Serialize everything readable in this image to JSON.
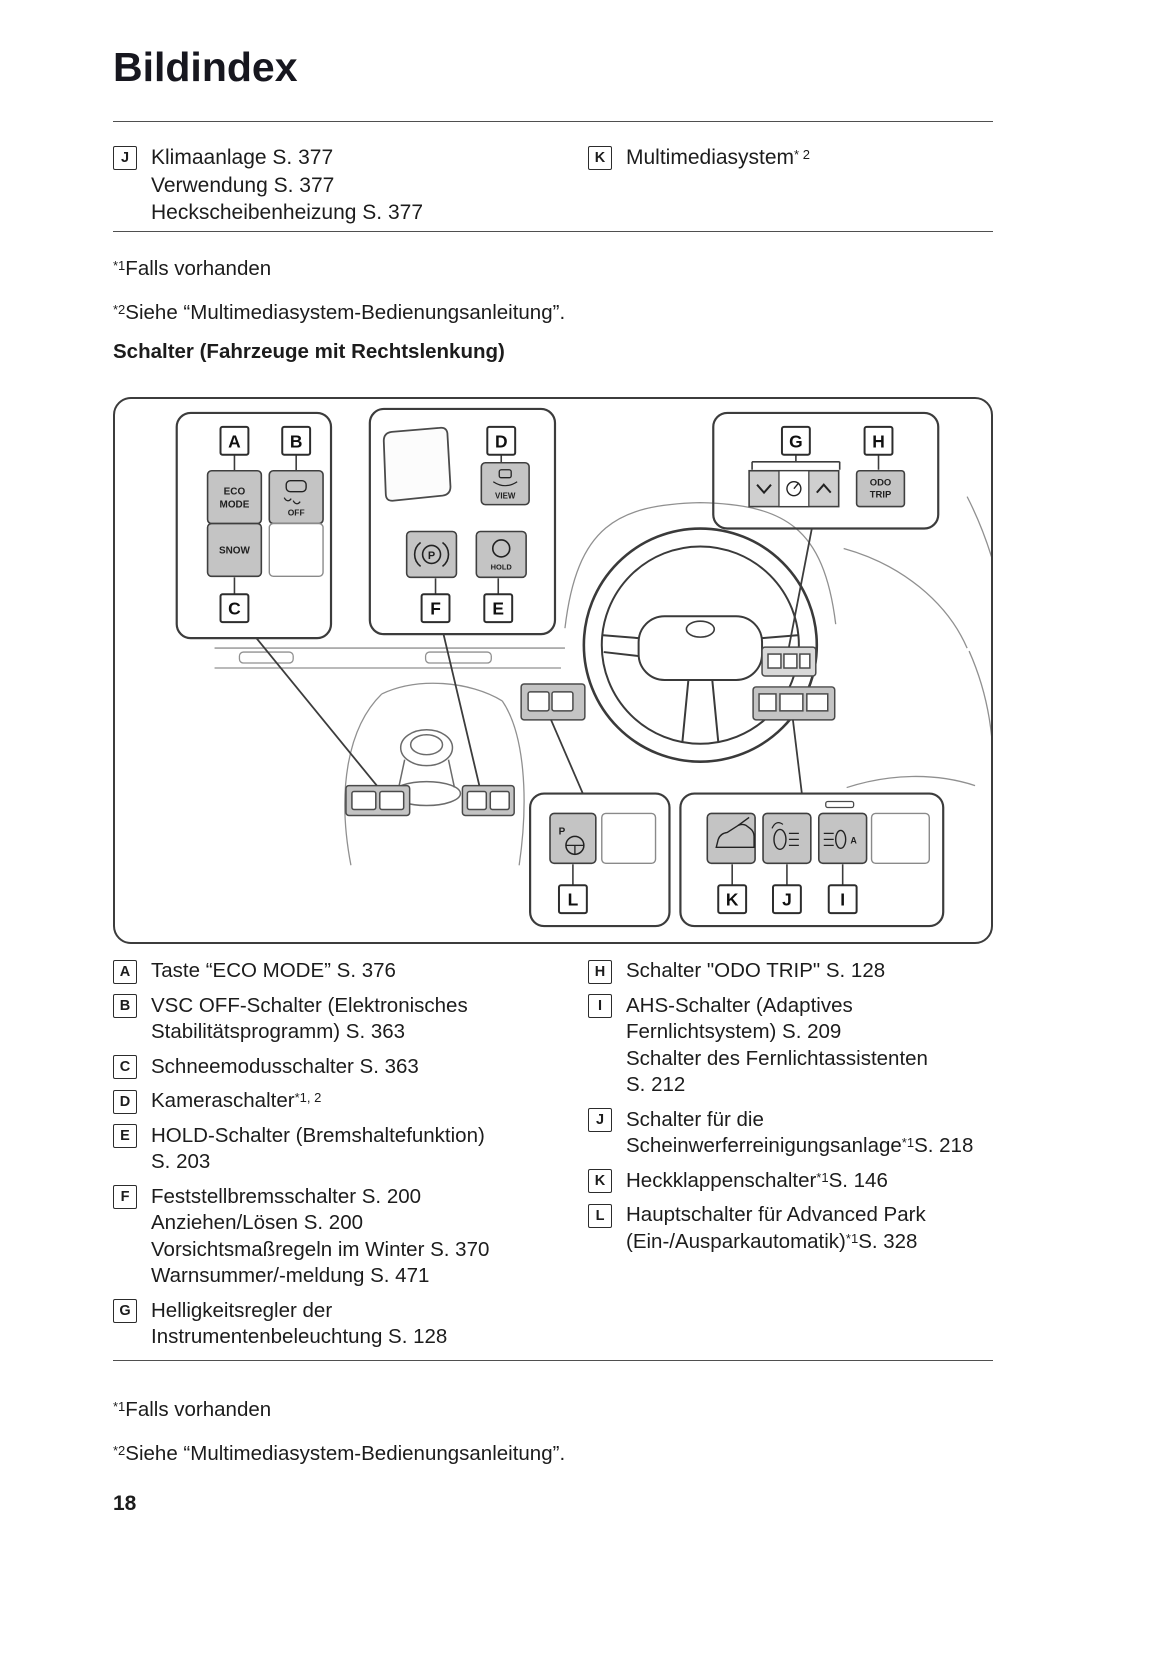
{
  "page": {
    "title": "Bildindex",
    "number": "18"
  },
  "top_section": {
    "left": {
      "key": "J",
      "lines": [
        "Klimaanlage S. 377",
        "Verwendung S. 377",
        "Heckscheibenheizung S. 377"
      ]
    },
    "right": {
      "key": "K",
      "text": "Multimediasystem",
      "sup": "* 2"
    }
  },
  "footnotes": [
    {
      "sup": "*1",
      "text": "Falls vorhanden"
    },
    {
      "sup": "*2",
      "text": "Siehe “Multimediasystem-Bedienungsanleitung”."
    }
  ],
  "section_heading": "Schalter (Fahrzeuge mit Rechtslenkung)",
  "diagram": {
    "callouts": {
      "a": "A",
      "b": "B",
      "c": "C",
      "d": "D",
      "e": "E",
      "f": "F",
      "g": "G",
      "h": "H",
      "i": "I",
      "j": "J",
      "k": "K",
      "l": "L"
    },
    "labels": {
      "eco": [
        "ECO",
        "MODE"
      ],
      "vsc_off": "OFF",
      "snow": "SNOW",
      "view": "VIEW",
      "park_brake": "P",
      "hold": "HOLD",
      "odo_trip": [
        "ODO",
        "TRIP"
      ],
      "advanced_park": "P",
      "ahs_a": "A"
    }
  },
  "legend": {
    "left": [
      {
        "key": "A",
        "lines": [
          [
            {
              "t": "Taste “ECO MODE” S. 376"
            }
          ]
        ]
      },
      {
        "key": "B",
        "lines": [
          [
            {
              "t": "VSC OFF-Schalter (Elektronisches"
            }
          ],
          [
            {
              "t": "Stabilitätsprogramm) S. 363"
            }
          ]
        ]
      },
      {
        "key": "C",
        "lines": [
          [
            {
              "t": "Schneemodusschalter S. 363"
            }
          ]
        ]
      },
      {
        "key": "D",
        "lines": [
          [
            {
              "t": "Kameraschalter"
            },
            {
              "t": "*1, 2",
              "sup": true
            }
          ]
        ]
      },
      {
        "key": "E",
        "lines": [
          [
            {
              "t": "HOLD-Schalter (Bremshaltefunktion)"
            }
          ],
          [
            {
              "t": "S. 203"
            }
          ]
        ]
      },
      {
        "key": "F",
        "lines": [
          [
            {
              "t": "Feststellbremsschalter S. 200"
            }
          ],
          [
            {
              "t": "Anziehen/Lösen S. 200"
            }
          ],
          [
            {
              "t": "Vorsichtsmaßregeln im Winter S. 370"
            }
          ],
          [
            {
              "t": "Warnsummer/-meldung S. 471"
            }
          ]
        ]
      },
      {
        "key": "G",
        "lines": [
          [
            {
              "t": "Helligkeitsregler der"
            }
          ],
          [
            {
              "t": "Instrumentenbeleuchtung S. 128"
            }
          ]
        ]
      }
    ],
    "right": [
      {
        "key": "H",
        "lines": [
          [
            {
              "t": "Schalter \"ODO TRIP\" S. 128"
            }
          ]
        ]
      },
      {
        "key": "I",
        "lines": [
          [
            {
              "t": "AHS-Schalter (Adaptives"
            }
          ],
          [
            {
              "t": "Fernlichtsystem) S. 209"
            }
          ],
          [
            {
              "t": "Schalter des Fernlichtassistenten"
            }
          ],
          [
            {
              "t": "S. 212"
            }
          ]
        ]
      },
      {
        "key": "J",
        "lines": [
          [
            {
              "t": "Schalter für die"
            }
          ],
          [
            {
              "t": "Scheinwerferreinigungsanlage"
            },
            {
              "t": "*1",
              "sup": true
            },
            {
              "t": "S. 218"
            }
          ]
        ]
      },
      {
        "key": "K",
        "lines": [
          [
            {
              "t": "Heckklappenschalter"
            },
            {
              "t": "*1",
              "sup": true
            },
            {
              "t": "S. 146"
            }
          ]
        ]
      },
      {
        "key": "L",
        "lines": [
          [
            {
              "t": "Hauptschalter für Advanced Park"
            }
          ],
          [
            {
              "t": "(Ein-/Ausparkautomatik)"
            },
            {
              "t": "*1",
              "sup": true
            },
            {
              "t": "S. 328"
            }
          ]
        ]
      }
    ]
  }
}
